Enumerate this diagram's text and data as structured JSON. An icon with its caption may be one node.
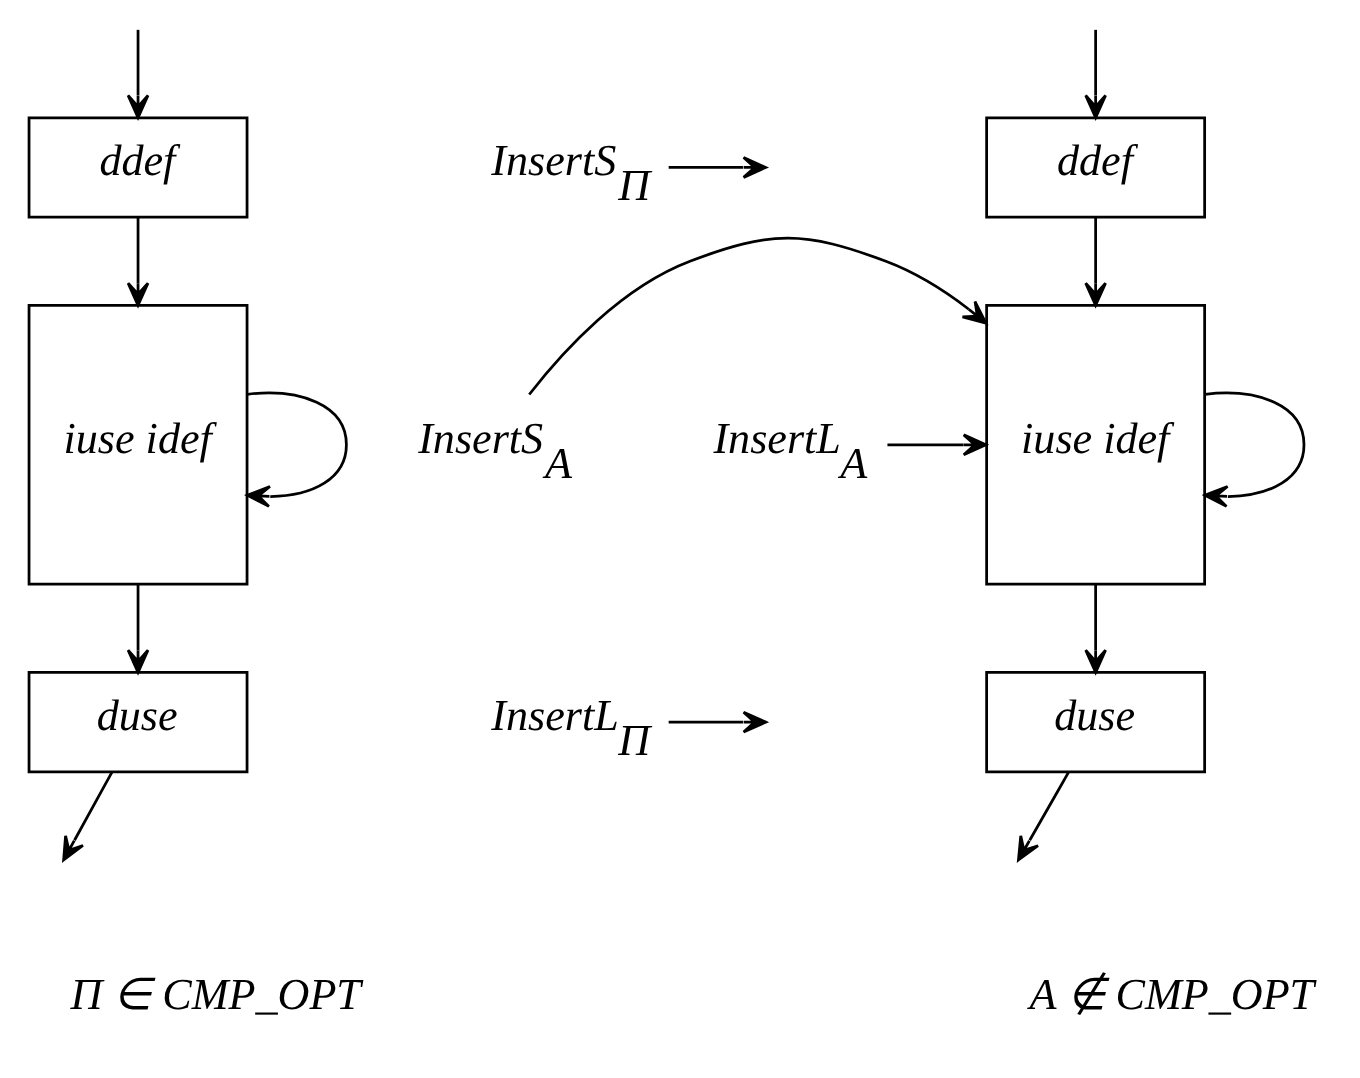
{
  "diagram": {
    "nodes": [
      {
        "text": [
          "ddef"
        ]
      },
      {
        "text": [
          "iuse idef"
        ]
      },
      {
        "text": [
          "duse"
        ]
      },
      {
        "text": [
          "InsertS$_{Π}$"
        ]
      },
      {
        "text": [
          "InsertL$_{Π}$"
        ]
      },
      {
        "text": [
          "ddef"
        ]
      },
      {
        "text": [
          "iuse idef"
        ]
      },
      {
        "text": [
          "duse"
        ]
      },
      {
        "text": [
          "InsertS$_{A}$"
        ]
      },
      {
        "text": [
          "InsertL$_{A}$"
        ]
      }
    ],
    "edges": [
      {
        "from": null,
        "to": 0,
        "arrow": "to"
      },
      {
        "from": 0,
        "to": 1,
        "arrow": "to"
      },
      {
        "from": 1,
        "to": 1,
        "arrow": "to"
      },
      {
        "from": 1,
        "to": 2,
        "arrow": "to"
      },
      {
        "from": 2,
        "to": null,
        "arrow": "to"
      },
      {
        "from": 3,
        "to": null,
        "arrow": "to"
      },
      {
        "from": 4,
        "to": null,
        "arrow": "to"
      },
      {
        "from": null,
        "to": 5,
        "arrow": "to"
      },
      {
        "from": 5,
        "to": 6,
        "arrow": "to"
      },
      {
        "from": 6,
        "to": 6,
        "arrow": "to"
      },
      {
        "from": 6,
        "to": 7,
        "arrow": "to"
      },
      {
        "from": 7,
        "to": null,
        "arrow": "to"
      },
      {
        "from": 8,
        "to": 6,
        "arrow": "to"
      },
      {
        "from": 9,
        "to": 6,
        "arrow": "to"
      }
    ],
    "labels": [
      "Π ∈ CMP_OPT",
      "A ∉ CMP_OPT"
    ]
  }
}
